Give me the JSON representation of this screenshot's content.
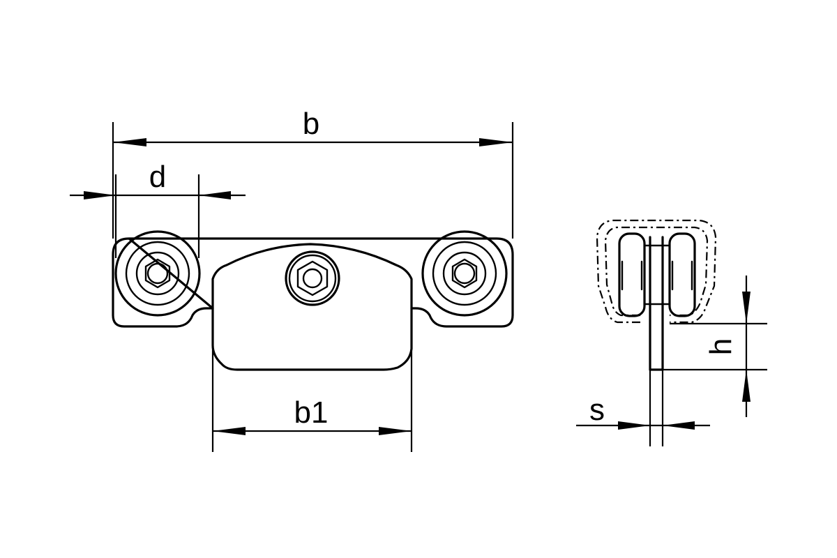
{
  "labels": {
    "b": "b",
    "d": "d",
    "b1": "b1",
    "h": "h",
    "s": "s"
  },
  "colors": {
    "line": "#000000",
    "background": "#ffffff"
  }
}
